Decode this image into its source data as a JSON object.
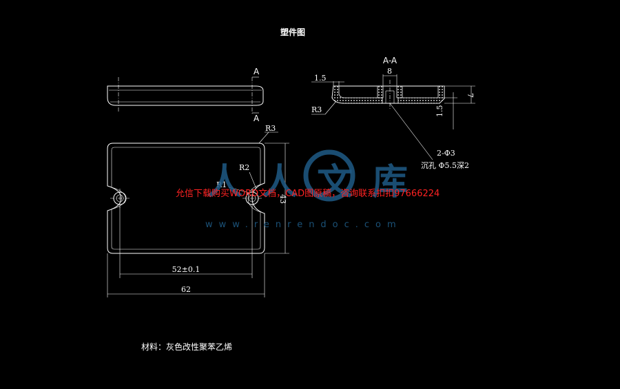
{
  "drawing": {
    "title": "塑件图",
    "section_label": "A-A",
    "cut_label_top": "A",
    "cut_label_bottom": "A",
    "material_note": "材料：灰色改性聚苯乙烯"
  },
  "dimensions": {
    "wall_thickness": "1.5",
    "hole_width": "8",
    "section_radius": "R3",
    "height_total": "7",
    "bottom_thickness": "1.5",
    "hole_count": "2-Φ3",
    "counterbore": "沉孔 Φ5.5深2",
    "corner_radius": "R3",
    "inner_radius_r2": "R2",
    "inner_radius_r1": "R1",
    "width_height": "43",
    "hole_spacing": "52±0.1",
    "overall_length": "62"
  },
  "watermark": {
    "logo_text": "人人文库",
    "url_text": "www.renrendoc.com",
    "notice": "允信下载购买WORD文档，CAD图原稿，咨询联系扣扣97666224"
  },
  "colors": {
    "background": "#000000",
    "lines": "#ffffff",
    "watermark_blue": "#1f5b86",
    "watermark_red": "#ff2222"
  }
}
